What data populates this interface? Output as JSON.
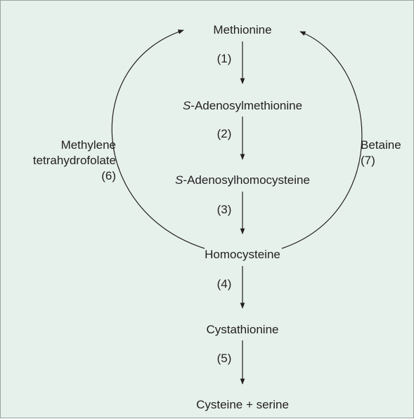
{
  "nodes": {
    "methionine": "Methionine",
    "sam_prefix": "S",
    "sam_rest": "-Adenosylmethionine",
    "sah_prefix": "S",
    "sah_rest": "-Adenosylhomocysteine",
    "homocysteine": "Homocysteine",
    "cystathionine": "Cystathionine",
    "cysteine_serine": "Cysteine + serine"
  },
  "steps": {
    "s1": "(1)",
    "s2": "(2)",
    "s3": "(3)",
    "s4": "(4)",
    "s5": "(5)"
  },
  "left_loop": {
    "line1": "Methylene",
    "line2": "tetrahydrofolate",
    "line3": "(6)"
  },
  "right_loop": {
    "line1": "Betaine",
    "line2": "(7)"
  },
  "colors": {
    "background": "#e6f1ec",
    "ink": "#231f20"
  }
}
